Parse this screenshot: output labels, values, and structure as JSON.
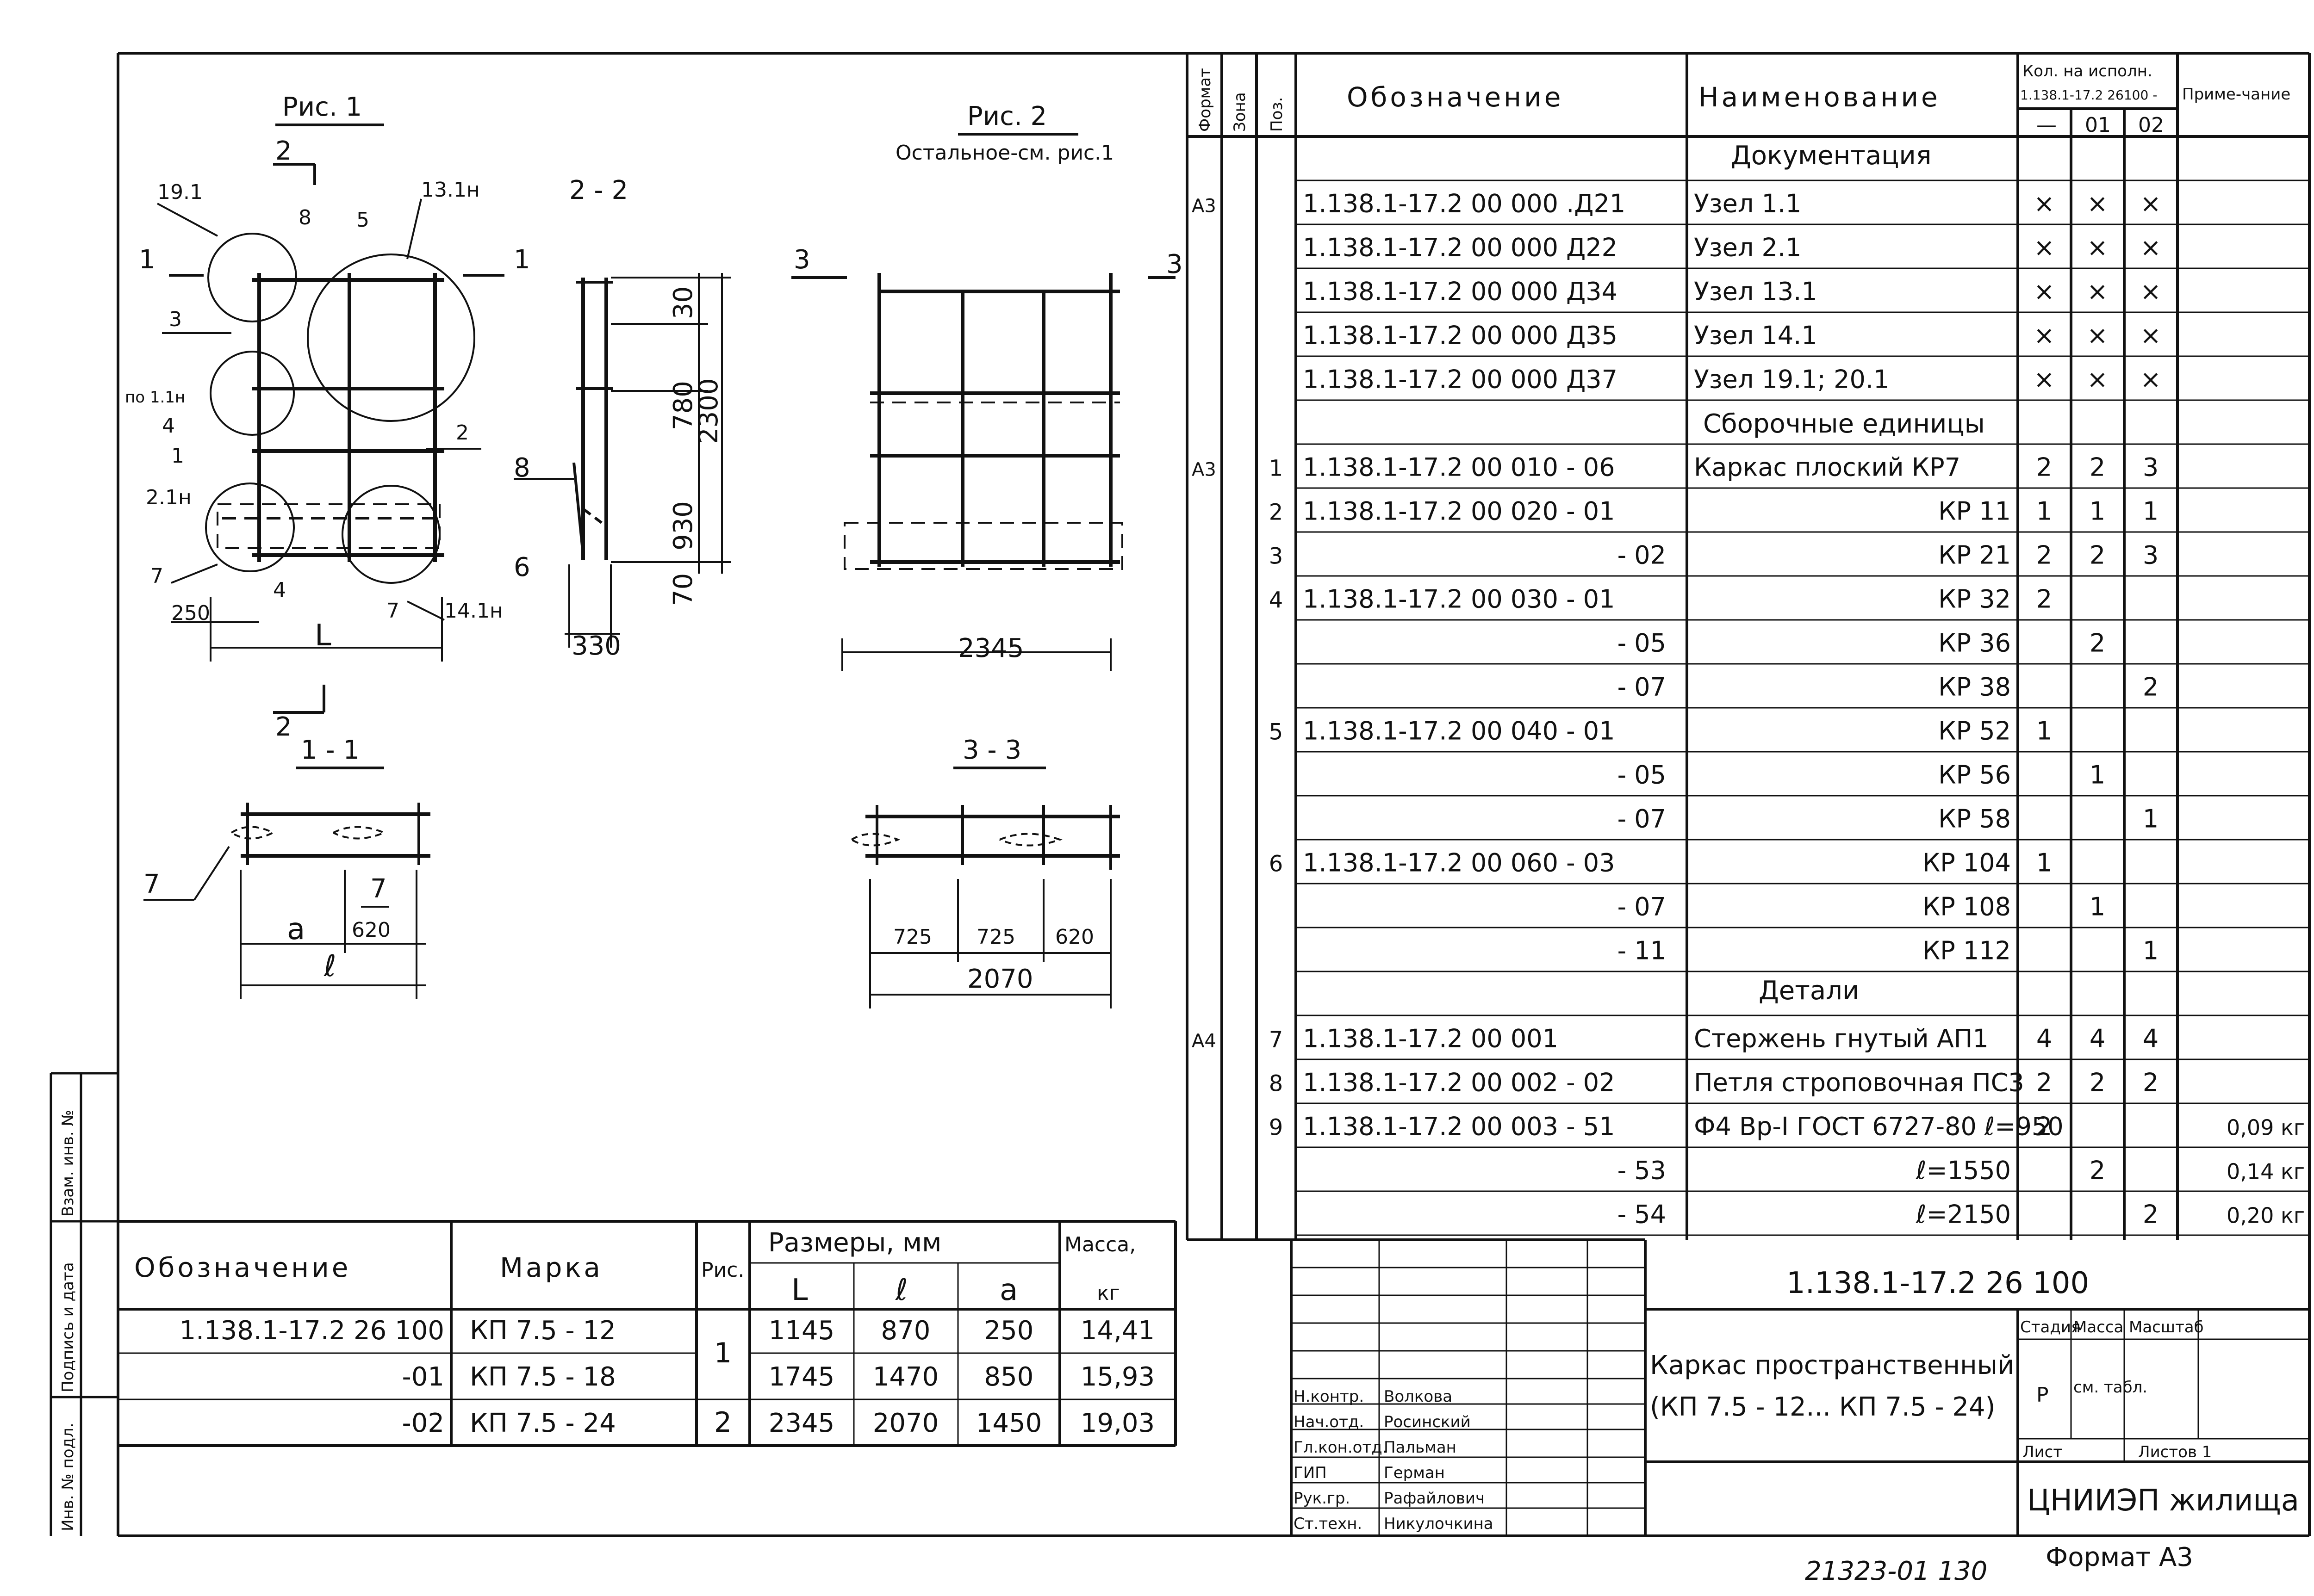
{
  "figure_labels": {
    "fig1": "Рис. 1",
    "fig2": "Рис. 2",
    "fig2_note": "Остальное-см. рис.1",
    "sec_2_2": "2 - 2",
    "sec_1_1": "1 - 1",
    "sec_3_3": "3 - 3"
  },
  "fig1_callouts": [
    "19.1",
    "8",
    "5",
    "13.1н",
    "3",
    "по 1.1н",
    "4",
    "2",
    "1",
    "2.1н",
    "7",
    "4",
    "7",
    "14.1н",
    "250",
    "L",
    "1",
    "1",
    "2",
    "2"
  ],
  "sec22_dims": [
    "30",
    "780",
    "930",
    "70",
    "2300",
    "330",
    "8",
    "6"
  ],
  "fig2_dims": [
    "2345",
    "3",
    "3"
  ],
  "sec11_dims": [
    "7",
    "7",
    "a",
    "620",
    "ℓ"
  ],
  "sec33_dims": [
    "725",
    "725",
    "620",
    "2070"
  ],
  "spec": {
    "headers": {
      "format": "Формат",
      "zone": "Зона",
      "pos": "Поз.",
      "designation": "Обозначение",
      "name": "Наименование",
      "qty": "Кол. на исполн.",
      "qty_doc": "1.138.1-17.2 26100 -",
      "qty_cols": [
        "—",
        "01",
        "02"
      ],
      "note": "Приме-чание"
    },
    "sections": {
      "docs": "Документация",
      "assemblies": "Сборочные единицы",
      "details": "Детали"
    },
    "rows": [
      {
        "format": "",
        "pos": "",
        "des": "",
        "name": "",
        "q1": "",
        "q2": "",
        "q3": "",
        "note": ""
      },
      {
        "format": "А3",
        "pos": "",
        "des": "1.138.1-17.2 00 000 .Д21",
        "name": "Узел 1.1",
        "q1": "×",
        "q2": "×",
        "q3": "×",
        "note": ""
      },
      {
        "format": "",
        "pos": "",
        "des": "1.138.1-17.2 00 000 Д22",
        "name": "Узел 2.1",
        "q1": "×",
        "q2": "×",
        "q3": "×",
        "note": ""
      },
      {
        "format": "",
        "pos": "",
        "des": "1.138.1-17.2 00 000 Д34",
        "name": "Узел 13.1",
        "q1": "×",
        "q2": "×",
        "q3": "×",
        "note": ""
      },
      {
        "format": "",
        "pos": "",
        "des": "1.138.1-17.2 00 000 Д35",
        "name": "Узел 14.1",
        "q1": "×",
        "q2": "×",
        "q3": "×",
        "note": ""
      },
      {
        "format": "",
        "pos": "",
        "des": "1.138.1-17.2 00 000 Д37",
        "name": "Узел 19.1; 20.1",
        "q1": "×",
        "q2": "×",
        "q3": "×",
        "note": ""
      },
      {
        "format": "",
        "pos": "",
        "des": "",
        "name": "",
        "q1": "",
        "q2": "",
        "q3": "",
        "note": ""
      },
      {
        "format": "А3",
        "pos": "1",
        "des": "1.138.1-17.2 00 010 - 06",
        "name": "Каркас плоский КР7",
        "q1": "2",
        "q2": "2",
        "q3": "3",
        "note": ""
      },
      {
        "format": "",
        "pos": "2",
        "des": "1.138.1-17.2 00 020 - 01",
        "name": "КР 11",
        "q1": "1",
        "q2": "1",
        "q3": "1",
        "note": ""
      },
      {
        "format": "",
        "pos": "3",
        "des": "- 02",
        "name": "КР 21",
        "q1": "2",
        "q2": "2",
        "q3": "3",
        "note": ""
      },
      {
        "format": "",
        "pos": "4",
        "des": "1.138.1-17.2 00 030 - 01",
        "name": "КР 32",
        "q1": "2",
        "q2": "",
        "q3": "",
        "note": ""
      },
      {
        "format": "",
        "pos": "",
        "des": "- 05",
        "name": "КР 36",
        "q1": "",
        "q2": "2",
        "q3": "",
        "note": ""
      },
      {
        "format": "",
        "pos": "",
        "des": "- 07",
        "name": "КР 38",
        "q1": "",
        "q2": "",
        "q3": "2",
        "note": ""
      },
      {
        "format": "",
        "pos": "5",
        "des": "1.138.1-17.2 00 040 - 01",
        "name": "КР 52",
        "q1": "1",
        "q2": "",
        "q3": "",
        "note": ""
      },
      {
        "format": "",
        "pos": "",
        "des": "- 05",
        "name": "КР 56",
        "q1": "",
        "q2": "1",
        "q3": "",
        "note": ""
      },
      {
        "format": "",
        "pos": "",
        "des": "- 07",
        "name": "КР 58",
        "q1": "",
        "q2": "",
        "q3": "1",
        "note": ""
      },
      {
        "format": "",
        "pos": "6",
        "des": "1.138.1-17.2 00 060 - 03",
        "name": "КР 104",
        "q1": "1",
        "q2": "",
        "q3": "",
        "note": ""
      },
      {
        "format": "",
        "pos": "",
        "des": "- 07",
        "name": "КР 108",
        "q1": "",
        "q2": "1",
        "q3": "",
        "note": ""
      },
      {
        "format": "",
        "pos": "",
        "des": "- 11",
        "name": "КР 112",
        "q1": "",
        "q2": "",
        "q3": "1",
        "note": ""
      },
      {
        "format": "",
        "pos": "",
        "des": "",
        "name": "",
        "q1": "",
        "q2": "",
        "q3": "",
        "note": ""
      },
      {
        "format": "А4",
        "pos": "7",
        "des": "1.138.1-17.2 00 001",
        "name": "Стержень гнутый АП1",
        "q1": "4",
        "q2": "4",
        "q3": "4",
        "note": ""
      },
      {
        "format": "",
        "pos": "8",
        "des": "1.138.1-17.2 00 002 - 02",
        "name": "Петля строповочная ПС3",
        "q1": "2",
        "q2": "2",
        "q3": "2",
        "note": ""
      },
      {
        "format": "",
        "pos": "9",
        "des": "1.138.1-17.2 00 003 - 51",
        "name": "Ф4 Вр-I ГОСТ 6727-80 ℓ=950",
        "q1": "2",
        "q2": "",
        "q3": "",
        "note": "0,09 кг"
      },
      {
        "format": "",
        "pos": "",
        "des": "- 53",
        "name": "ℓ=1550",
        "q1": "",
        "q2": "2",
        "q3": "",
        "note": "0,14 кг"
      },
      {
        "format": "",
        "pos": "",
        "des": "- 54",
        "name": "ℓ=2150",
        "q1": "",
        "q2": "",
        "q3": "2",
        "note": "0,20 кг"
      }
    ]
  },
  "marks_table": {
    "headers": {
      "designation": "Обозначение",
      "mark": "Марка",
      "fig": "Рис.",
      "sizes": "Размеры, мм",
      "L": "L",
      "l": "ℓ",
      "a": "a",
      "mass": "Масса,",
      "mass_unit": "кг"
    },
    "rows": [
      {
        "des": "1.138.1-17.2 26 100",
        "mark": "КП 7.5 - 12",
        "fig": "1",
        "L": "1145",
        "l": "870",
        "a": "250",
        "mass": "14,41"
      },
      {
        "des": "-01",
        "mark": "КП 7.5 - 18",
        "fig": "",
        "L": "1745",
        "l": "1470",
        "a": "850",
        "mass": "15,93"
      },
      {
        "des": "-02",
        "mark": "КП 7.5 - 24",
        "fig": "2",
        "L": "2345",
        "l": "2070",
        "a": "1450",
        "mass": "19,03"
      }
    ]
  },
  "side_stamp": {
    "inv_orig": "Инв. № подл.",
    "sign_date": "Подпись и дата",
    "replaced_inv": "Взам. инв. №"
  },
  "title_block": {
    "doc_number": "1.138.1-17.2 26 100",
    "title_line1": "Каркас пространственный",
    "title_line2": "(КП 7.5 - 12... КП 7.5 - 24)",
    "stage_label": "Стадия",
    "stage": "Р",
    "mass_label": "Масса",
    "mass": "см. табл.",
    "scale_label": "Масштаб",
    "sheet_label": "Лист",
    "sheets_label": "Листов 1",
    "org": "ЦНИИЭП жилища",
    "roles": [
      {
        "role": "Н.контр.",
        "name": "Волкова"
      },
      {
        "role": "Нач.отд.",
        "name": "Росинский"
      },
      {
        "role": "Гл.кон.отд.",
        "name": "Пальман"
      },
      {
        "role": "ГИП",
        "name": "Герман"
      },
      {
        "role": "Рук.гр.",
        "name": "Рафайлович"
      },
      {
        "role": "Ст.техн.",
        "name": "Никулочкина"
      }
    ]
  },
  "footer": {
    "inventory": "21323-01 130",
    "format": "Формат А3"
  }
}
